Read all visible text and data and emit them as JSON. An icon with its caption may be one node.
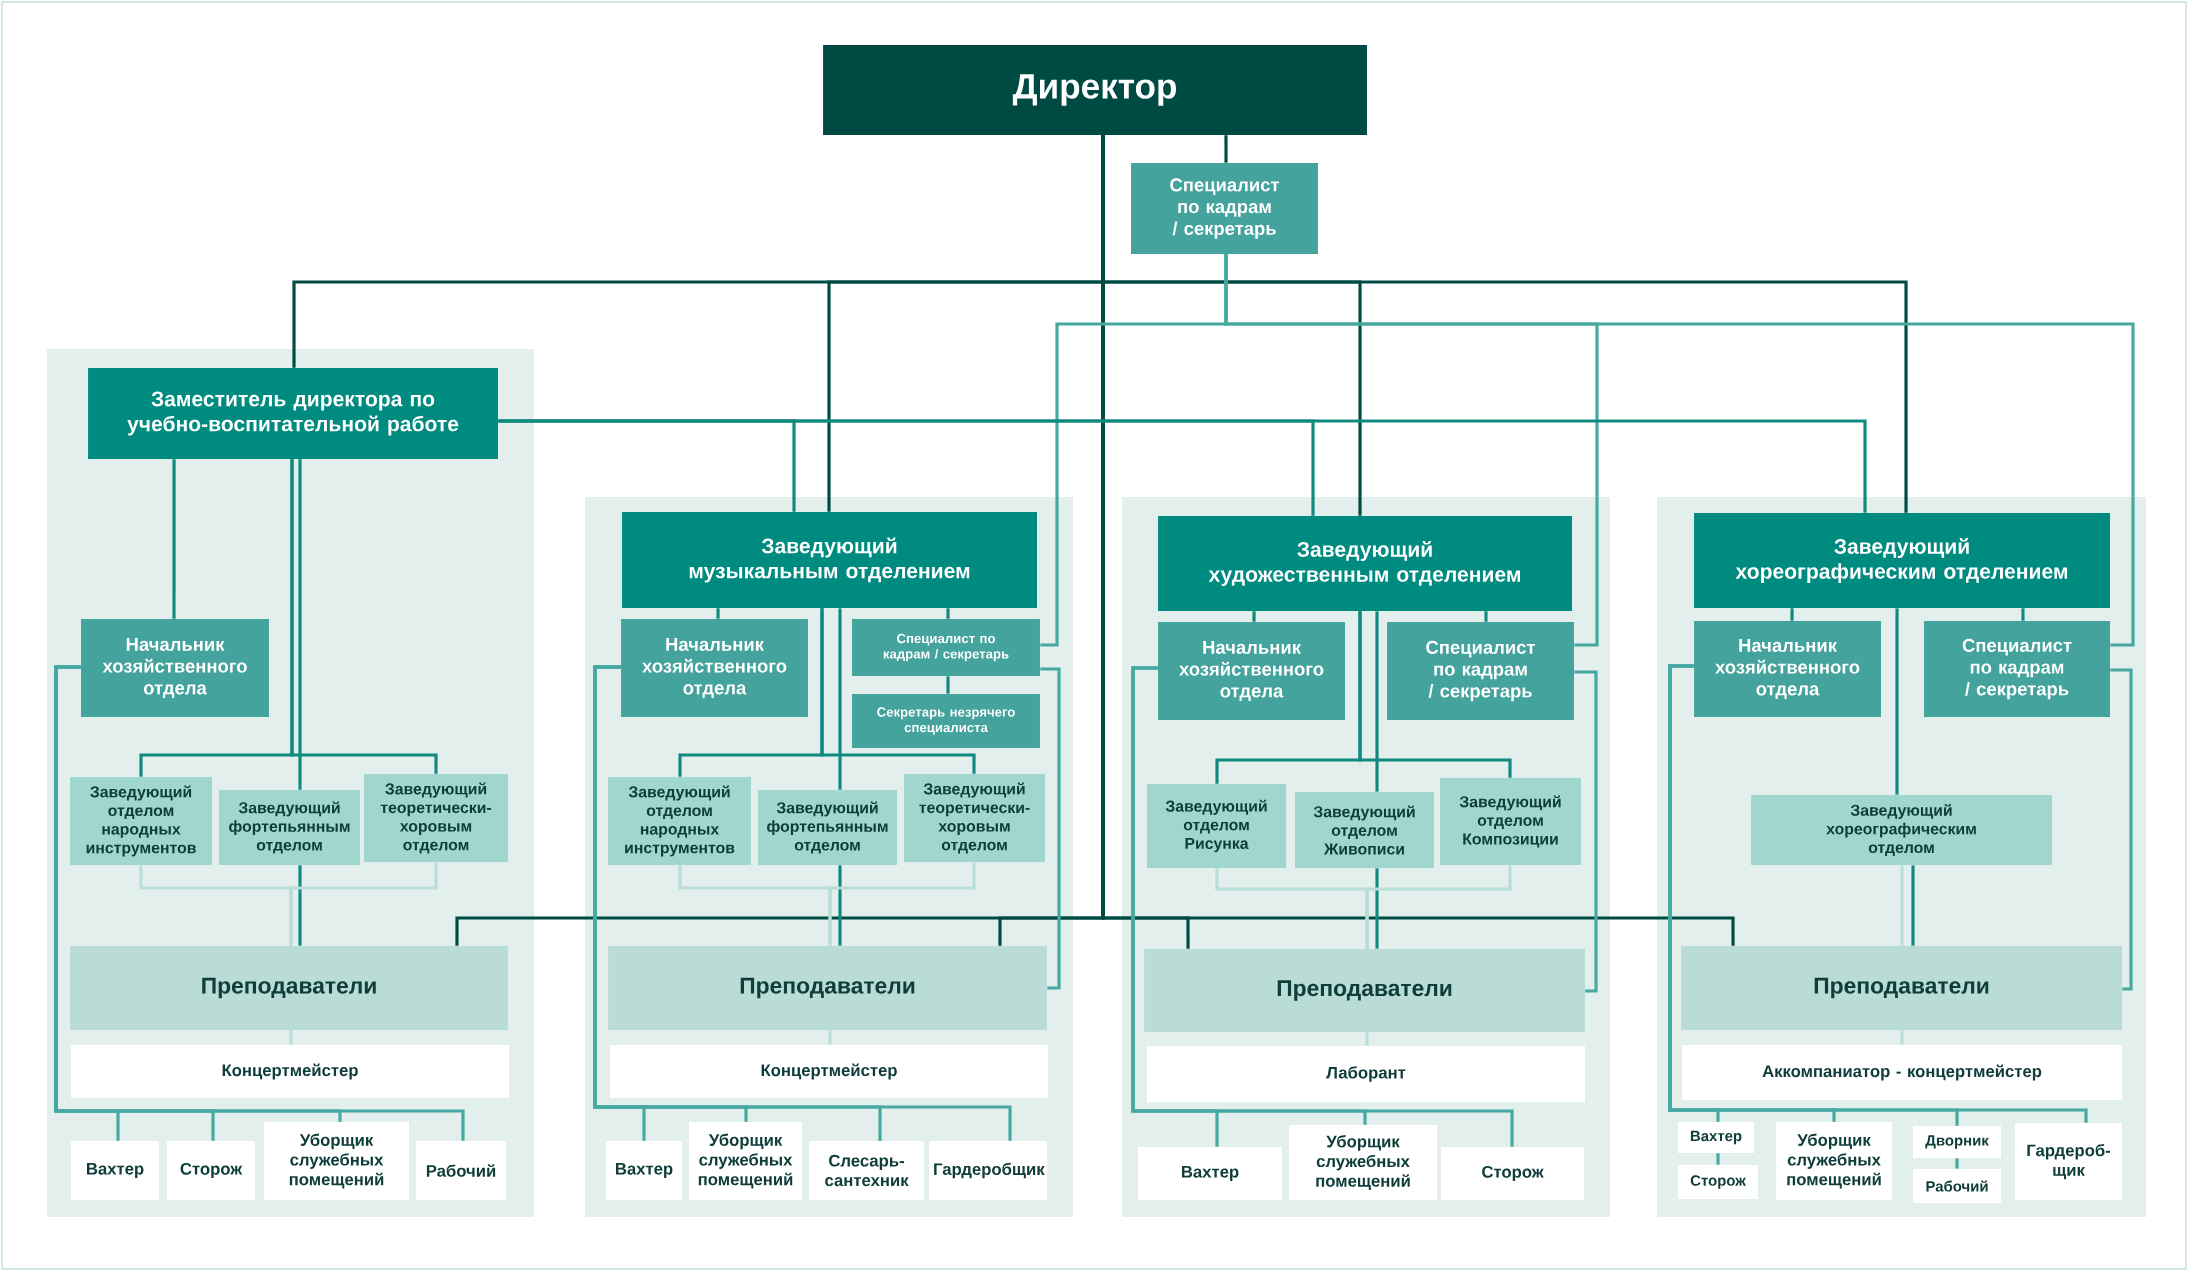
{
  "diagram": {
    "nodes": [
      {
        "text": [
          "Директор"
        ]
      },
      {
        "text": [
          "Специалист по кадрам / секретарь"
        ]
      },
      {
        "text": [
          "Заместитель директора по учебно-воспитательной работе"
        ]
      },
      {
        "text": [
          "Начальник хозяйственного отдела"
        ]
      },
      {
        "text": [
          "Заведующий отделом народных инструментов"
        ]
      },
      {
        "text": [
          "Заведующий фортепьянным отделом"
        ]
      },
      {
        "text": [
          "Заведующий теоретически-хоровым отделом"
        ]
      },
      {
        "text": [
          "Преподаватели"
        ]
      },
      {
        "text": [
          "Концертмейстер"
        ]
      },
      {
        "text": [
          "Вахтер"
        ]
      },
      {
        "text": [
          "Сторож"
        ]
      },
      {
        "text": [
          "Уборщик служебных помещений"
        ]
      },
      {
        "text": [
          "Рабочий"
        ]
      },
      {
        "text": [
          "Заведующий музыкальным отделением"
        ]
      },
      {
        "text": [
          "Начальник хозяйственного отдела"
        ]
      },
      {
        "text": [
          "Специалист по кадрам / секретарь"
        ]
      },
      {
        "text": [
          "Секретарь незрячего специалиста"
        ]
      },
      {
        "text": [
          "Заведующий отделом народных инструментов"
        ]
      },
      {
        "text": [
          "Заведующий фортепьянным отделом"
        ]
      },
      {
        "text": [
          "Заведующий теоретически-хоровым отделом"
        ]
      },
      {
        "text": [
          "Преподаватели"
        ]
      },
      {
        "text": [
          "Концертмейстер"
        ]
      },
      {
        "text": [
          "Вахтер"
        ]
      },
      {
        "text": [
          "Уборщик служебных помещений"
        ]
      },
      {
        "text": [
          "Слесарь-сантехник"
        ]
      },
      {
        "text": [
          "Гардеробщик"
        ]
      },
      {
        "text": [
          "Заведующий художественным отделением"
        ]
      },
      {
        "text": [
          "Начальник хозяйственного отдела"
        ]
      },
      {
        "text": [
          "Специалист по кадрам / секретарь"
        ]
      },
      {
        "text": [
          "Заведующий отделом Рисунка"
        ]
      },
      {
        "text": [
          "Заведующий отделом Живописи"
        ]
      },
      {
        "text": [
          "Заведующий отделом Композиции"
        ]
      },
      {
        "text": [
          "Преподаватели"
        ]
      },
      {
        "text": [
          "Лаборант"
        ]
      },
      {
        "text": [
          "Вахтер"
        ]
      },
      {
        "text": [
          "Уборщик служебных помещений"
        ]
      },
      {
        "text": [
          "Сторож"
        ]
      },
      {
        "text": [
          "Заведующий хореографическим отделением"
        ]
      },
      {
        "text": [
          "Начальник хозяйственного отдела"
        ]
      },
      {
        "text": [
          "Специалист по кадрам / секретарь"
        ]
      },
      {
        "text": [
          "Заведующий хореографическим отделом"
        ]
      },
      {
        "text": [
          "Преподаватели"
        ]
      },
      {
        "text": [
          "Аккомпаниатор - концертмейстер"
        ]
      },
      {
        "text": [
          "Вахтер"
        ]
      },
      {
        "text": [
          "Сторож"
        ]
      },
      {
        "text": [
          "Уборщик служебных помещений"
        ]
      },
      {
        "text": [
          "Дворник"
        ]
      },
      {
        "text": [
          "Рабочий"
        ]
      },
      {
        "text": [
          "Гардероб-щик"
        ]
      }
    ],
    "edges": [
      {
        "from": 0,
        "to": 1,
        "arrow": "none",
        "color": "#004a44"
      },
      {
        "from": 0,
        "to": 2,
        "arrow": "none",
        "color": "#004a44"
      },
      {
        "from": 0,
        "to": 13,
        "arrow": "none",
        "color": "#004a44"
      },
      {
        "from": 0,
        "to": 26,
        "arrow": "none",
        "color": "#004a44"
      },
      {
        "from": 0,
        "to": 37,
        "arrow": "none",
        "color": "#004a44"
      },
      {
        "from": 0,
        "to": 7,
        "arrow": "none",
        "color": "#004a44"
      },
      {
        "from": 0,
        "to": 20,
        "arrow": "none",
        "color": "#004a44"
      },
      {
        "from": 0,
        "to": 32,
        "arrow": "none",
        "color": "#004a44"
      },
      {
        "from": 0,
        "to": 41,
        "arrow": "none",
        "color": "#004a44"
      },
      {
        "from": 1,
        "to": 15,
        "arrow": "none",
        "color": "#45a9a1"
      },
      {
        "from": 1,
        "to": 28,
        "arrow": "none",
        "color": "#45a9a1"
      },
      {
        "from": 1,
        "to": 39,
        "arrow": "none",
        "color": "#45a9a1"
      },
      {
        "from": 2,
        "to": 13,
        "arrow": "none"
      },
      {
        "from": 2,
        "to": 26,
        "arrow": "none"
      },
      {
        "from": 2,
        "to": 37,
        "arrow": "none"
      },
      {
        "from": 2,
        "to": 3,
        "arrow": "none"
      },
      {
        "from": 2,
        "to": 4,
        "arrow": "none"
      },
      {
        "from": 2,
        "to": 5,
        "arrow": "none"
      },
      {
        "from": 2,
        "to": 6,
        "arrow": "none"
      },
      {
        "from": 3,
        "to": 9,
        "arrow": "none",
        "color": "#45a9a1"
      },
      {
        "from": 3,
        "to": 10,
        "arrow": "none",
        "color": "#45a9a1"
      },
      {
        "from": 3,
        "to": 11,
        "arrow": "none",
        "color": "#45a9a1"
      },
      {
        "from": 3,
        "to": 12,
        "arrow": "none",
        "color": "#45a9a1"
      },
      {
        "from": 4,
        "to": 7,
        "arrow": "none",
        "color": "#b9ddd7"
      },
      {
        "from": 5,
        "to": 7,
        "arrow": "none"
      },
      {
        "from": 6,
        "to": 7,
        "arrow": "none",
        "color": "#b9ddd7"
      },
      {
        "from": 7,
        "to": 8,
        "arrow": "none",
        "color": "#b9ddd7"
      },
      {
        "from": 13,
        "to": 14,
        "arrow": "none"
      },
      {
        "from": 13,
        "to": 15,
        "arrow": "none"
      },
      {
        "from": 15,
        "to": 16,
        "arrow": "none"
      },
      {
        "from": 13,
        "to": 17,
        "arrow": "none"
      },
      {
        "from": 13,
        "to": 18,
        "arrow": "none"
      },
      {
        "from": 13,
        "to": 19,
        "arrow": "none"
      },
      {
        "from": 17,
        "to": 20,
        "arrow": "none",
        "color": "#b9ddd7"
      },
      {
        "from": 18,
        "to": 20,
        "arrow": "none"
      },
      {
        "from": 19,
        "to": 20,
        "arrow": "none",
        "color": "#b9ddd7"
      },
      {
        "from": 20,
        "to": 21,
        "arrow": "none",
        "color": "#b9ddd7"
      },
      {
        "from": 15,
        "to": 20,
        "arrow": "none",
        "color": "#45a9a1"
      },
      {
        "from": 14,
        "to": 22,
        "arrow": "none",
        "color": "#45a9a1"
      },
      {
        "from": 14,
        "to": 23,
        "arrow": "none",
        "color": "#45a9a1"
      },
      {
        "from": 14,
        "to": 24,
        "arrow": "none",
        "color": "#45a9a1"
      },
      {
        "from": 14,
        "to": 25,
        "arrow": "none",
        "color": "#45a9a1"
      },
      {
        "from": 26,
        "to": 27,
        "arrow": "none"
      },
      {
        "from": 26,
        "to": 28,
        "arrow": "none"
      },
      {
        "from": 26,
        "to": 29,
        "arrow": "none"
      },
      {
        "from": 26,
        "to": 30,
        "arrow": "none"
      },
      {
        "from": 26,
        "to": 31,
        "arrow": "none"
      },
      {
        "from": 29,
        "to": 32,
        "arrow": "none",
        "color": "#b9ddd7"
      },
      {
        "from": 30,
        "to": 32,
        "arrow": "none"
      },
      {
        "from": 31,
        "to": 32,
        "arrow": "none",
        "color": "#b9ddd7"
      },
      {
        "from": 32,
        "to": 33,
        "arrow": "none",
        "color": "#b9ddd7"
      },
      {
        "from": 28,
        "to": 32,
        "arrow": "none",
        "color": "#45a9a1"
      },
      {
        "from": 27,
        "to": 34,
        "arrow": "none",
        "color": "#45a9a1"
      },
      {
        "from": 27,
        "to": 35,
        "arrow": "none",
        "color": "#45a9a1"
      },
      {
        "from": 27,
        "to": 36,
        "arrow": "none",
        "color": "#45a9a1"
      },
      {
        "from": 37,
        "to": 38,
        "arrow": "none"
      },
      {
        "from": 37,
        "to": 39,
        "arrow": "none"
      },
      {
        "from": 37,
        "to": 40,
        "arrow": "none"
      },
      {
        "from": 40,
        "to": 41,
        "arrow": "none"
      },
      {
        "from": 40,
        "to": 41,
        "arrow": "none",
        "color": "#b9ddd7"
      },
      {
        "from": 41,
        "to": 42,
        "arrow": "none",
        "color": "#b9ddd7"
      },
      {
        "from": 39,
        "to": 41,
        "arrow": "none",
        "color": "#45a9a1"
      },
      {
        "from": 38,
        "to": 43,
        "arrow": "none",
        "color": "#45a9a1"
      },
      {
        "from": 38,
        "to": 45,
        "arrow": "none",
        "color": "#45a9a1"
      },
      {
        "from": 38,
        "to": 46,
        "arrow": "none",
        "color": "#45a9a1"
      },
      {
        "from": 38,
        "to": 48,
        "arrow": "none",
        "color": "#45a9a1"
      },
      {
        "from": 43,
        "to": 44,
        "arrow": "none",
        "color": "#45a9a1"
      },
      {
        "from": 46,
        "to": 47,
        "arrow": "none",
        "color": "#45a9a1"
      }
    ]
  }
}
